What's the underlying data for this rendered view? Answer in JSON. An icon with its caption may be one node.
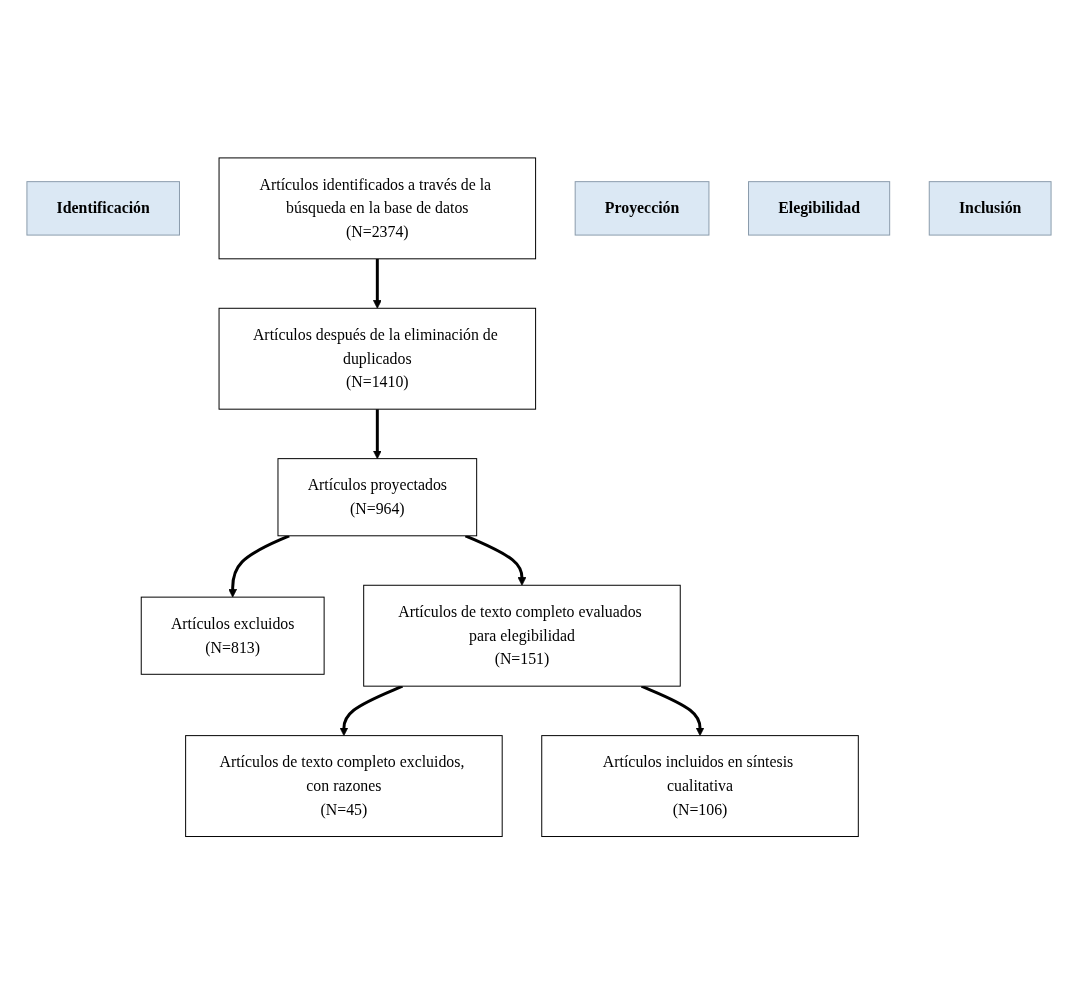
{
  "diagram": {
    "nodes": [
      {
        "text": [
          "Identificación"
        ]
      },
      {
        "text": [
          "Artículos identificados a través de la búsqueda en la base de datos",
          "(N=2374)"
        ]
      },
      {
        "text": [
          "Proyección"
        ]
      },
      {
        "text": [
          "Artículos después de la eliminación de duplicados",
          "(N=1410)"
        ]
      },
      {
        "text": [
          "Artículos proyectados",
          "(N=964)"
        ]
      },
      {
        "text": [
          "Artículos excluidos",
          "(N=813)"
        ]
      },
      {
        "text": [
          "Elegibilidad"
        ]
      },
      {
        "text": [
          "Artículos de texto completo evaluados para elegibilidad",
          "(N=151)"
        ]
      },
      {
        "text": [
          "Artículos de texto completo excluidos, con razones",
          "(N=45)"
        ]
      },
      {
        "text": [
          "Inclusión"
        ]
      },
      {
        "text": [
          "Artículos incluidos en síntesis cualitativa",
          "(N=106)"
        ]
      }
    ],
    "edges": [
      {
        "from": 1,
        "to": 3,
        "arrow": "to"
      },
      {
        "from": 3,
        "to": 4,
        "arrow": "to"
      },
      {
        "from": 4,
        "to": 5,
        "arrow": "to"
      },
      {
        "from": 4,
        "to": 7,
        "arrow": "to"
      },
      {
        "from": 7,
        "to": 8,
        "arrow": "to"
      },
      {
        "from": 7,
        "to": 10,
        "arrow": "to"
      }
    ]
  }
}
